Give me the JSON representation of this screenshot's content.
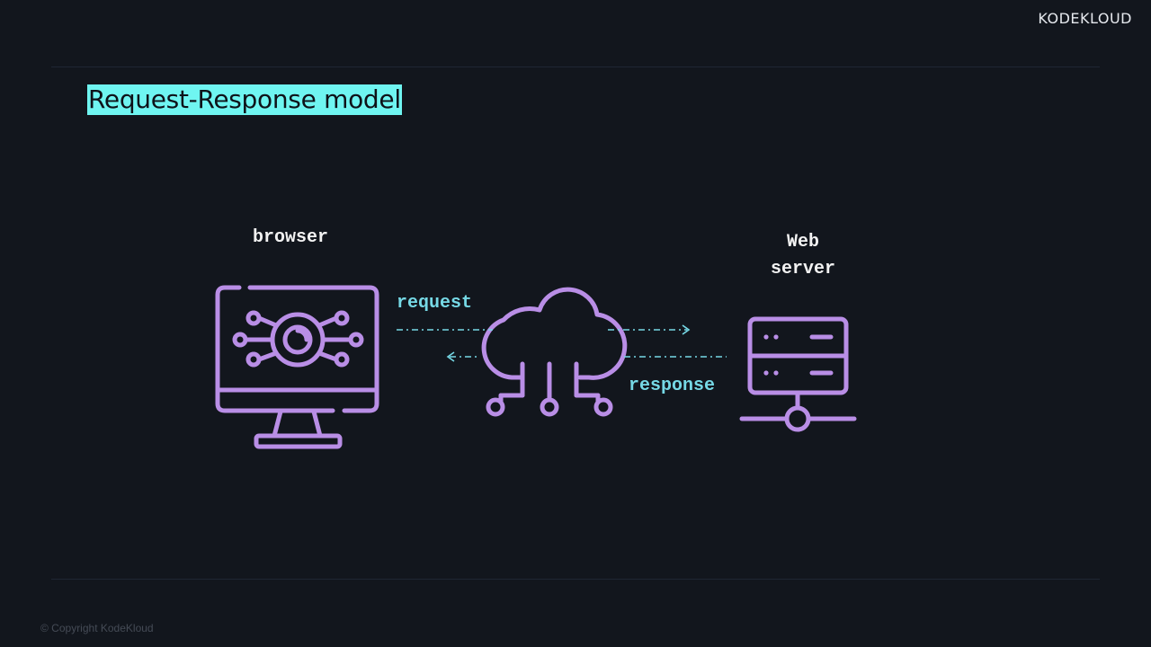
{
  "brand": {
    "logo_text": "KODEKLOUD"
  },
  "slide": {
    "title": "Request-Response model",
    "copyright": "© Copyright KodeKloud"
  },
  "diagram": {
    "nodes": {
      "browser": {
        "label": "browser",
        "icon": "monitor-eye-icon"
      },
      "cloud": {
        "icon": "cloud-network-icon"
      },
      "server": {
        "label_line1": "Web",
        "label_line2": "server",
        "icon": "server-icon"
      }
    },
    "flows": {
      "request": {
        "label": "request"
      },
      "response": {
        "label": "response"
      }
    },
    "colors": {
      "background": "#12161d",
      "icon_stroke": "#b98ee6",
      "flow_text": "#76d9e6",
      "title_highlight": "#6ff5f1"
    }
  }
}
